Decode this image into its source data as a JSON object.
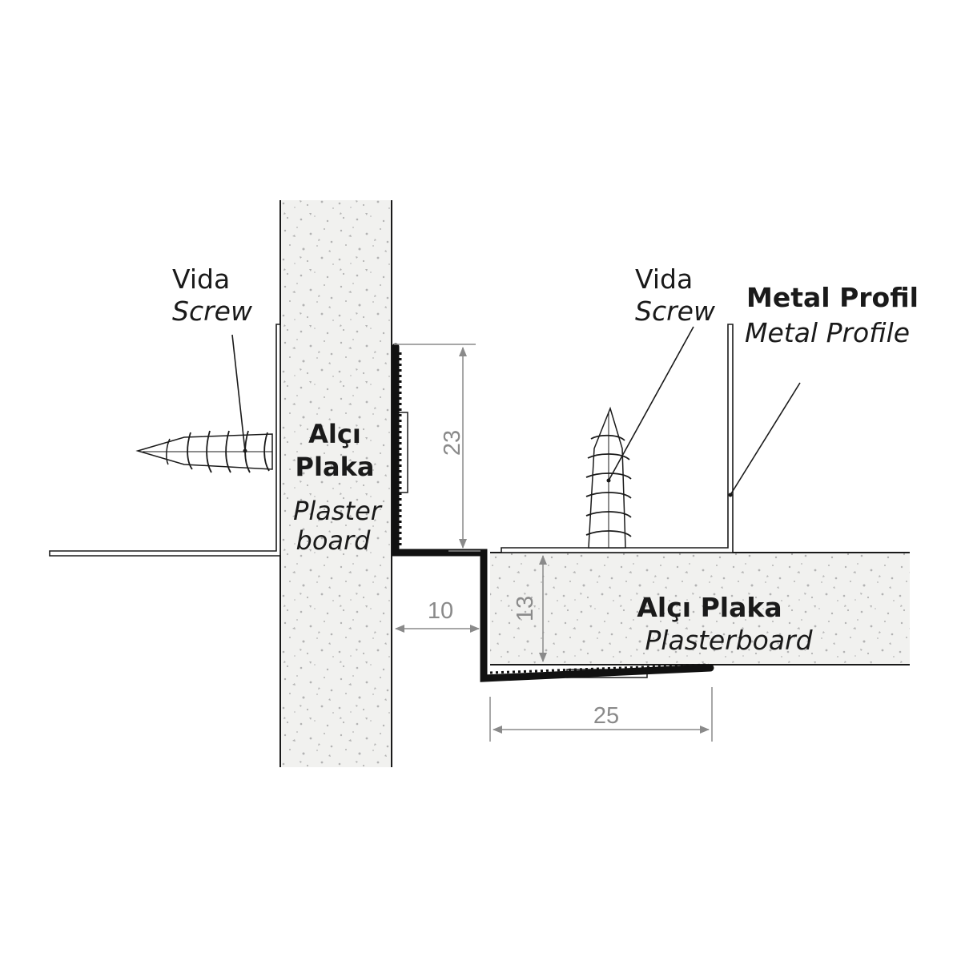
{
  "labels": {
    "screw_left": {
      "tr": "Vida",
      "en": "Screw"
    },
    "screw_right": {
      "tr": "Vida",
      "en": "Screw"
    },
    "metal_profile": {
      "tr": "Metal Profil",
      "en": "Metal Profile"
    },
    "board_vertical": {
      "tr_line1": "Alçı",
      "tr_line2": "Plaka",
      "en_line1": "Plaster",
      "en_line2": "board"
    },
    "board_horizontal": {
      "tr": "Alçı Plaka",
      "en": "Plasterboard"
    }
  },
  "dimensions": {
    "vertical_leg": "23",
    "horizontal_leg": "10",
    "board_thickness": "13",
    "flange_width": "25"
  },
  "colors": {
    "ink": "#1a1a1a",
    "dimension": "#8a8a8a",
    "profile": "#111111",
    "board_fill": "#f1f1ef",
    "speckle": "#b3b3b3"
  }
}
